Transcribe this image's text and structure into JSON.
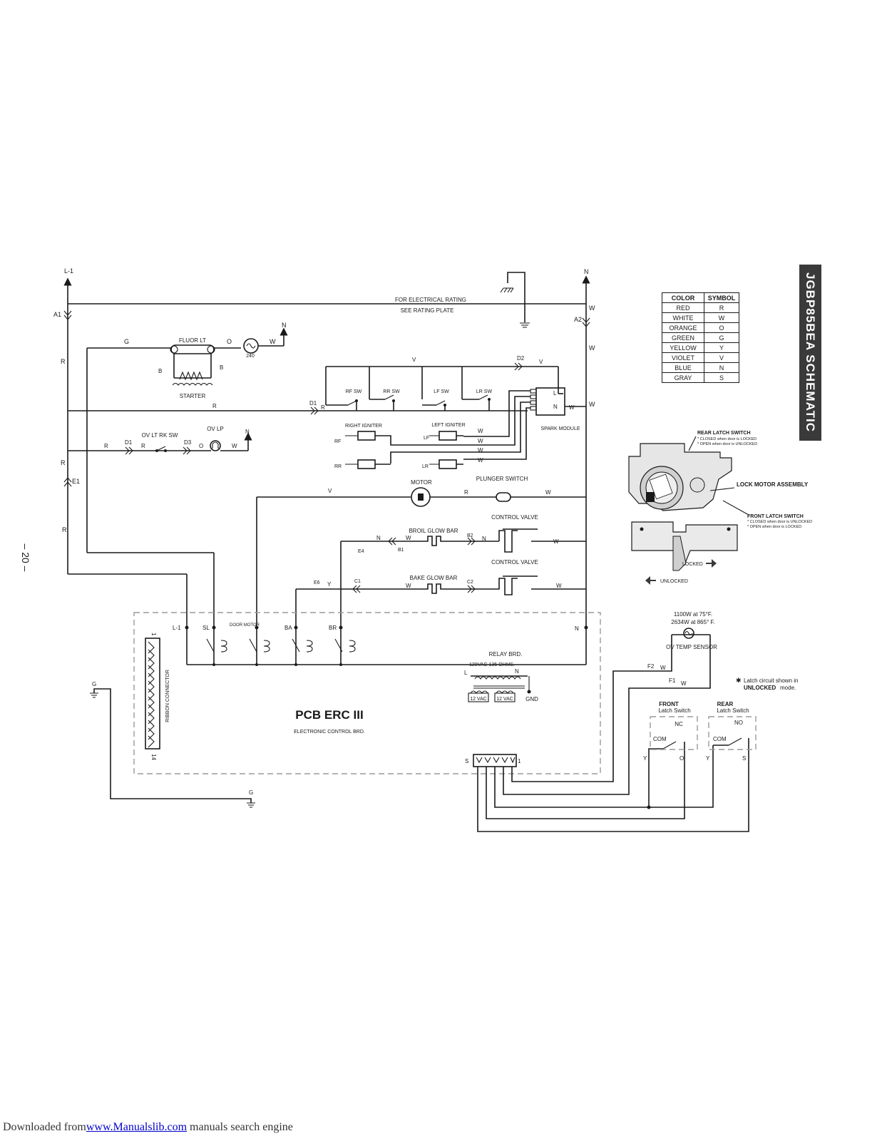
{
  "header": {
    "tab_title": "JGBP85BEA SCHEMATIC",
    "page_number": "– 20 –"
  },
  "legend": {
    "headers": [
      "COLOR",
      "SYMBOL"
    ],
    "rows": [
      [
        "RED",
        "R"
      ],
      [
        "WHITE",
        "W"
      ],
      [
        "ORANGE",
        "O"
      ],
      [
        "GREEN",
        "G"
      ],
      [
        "YELLOW",
        "Y"
      ],
      [
        "VIOLET",
        "V"
      ],
      [
        "BLUE",
        "N"
      ],
      [
        "GRAY",
        "S"
      ]
    ]
  },
  "rails": {
    "l1": "L-1",
    "n": "N",
    "a1": "A1",
    "a2": "A2",
    "e1": "E1"
  },
  "rating": {
    "line1": "FOR ELECTRICAL RATING",
    "line2": "SEE RATING PLATE"
  },
  "fluor": {
    "title": "FLUOR LT",
    "starter": "STARTER",
    "b": "B",
    "g": "G",
    "o": "O",
    "w": "W",
    "n": "N",
    "lamp": "240"
  },
  "switches": {
    "rf": "RF SW",
    "rr": "RR SW",
    "lf": "LF SW",
    "lr": "LR SW",
    "d1": "D1",
    "d2": "D2",
    "v": "V",
    "r": "R"
  },
  "spark": {
    "title": "SPARK MODULE",
    "l": "L",
    "n": "N"
  },
  "igniters": {
    "right": "RIGHT IGNITER",
    "left": "LEFT IGNITER",
    "rf": "RF",
    "rr": "RR",
    "lf": "LF",
    "lr": "LR"
  },
  "ovlt": {
    "switch": "OV LT RK SW",
    "lamp": "OV LP",
    "d1": "D1",
    "d3": "D3"
  },
  "motor": {
    "label": "MOTOR",
    "plunger": "PLUNGER SWITCH"
  },
  "valves": {
    "control": "CONTROL VALVE",
    "broil": "BROIL GLOW BAR",
    "bake": "BAKE GLOW BAR",
    "e4": "E4",
    "b1": "B1",
    "b2": "B2",
    "e6": "E6",
    "c1": "C1",
    "c2": "C2"
  },
  "pcb": {
    "title": "PCB ERC III",
    "subtitle": "ELECTRONIC CONTROL BRD.",
    "relay": "RELAY BRD.",
    "transformer": "120VAC 135 OHMS.",
    "vac1": "12 VAC",
    "vac2": "12 VAC",
    "gnd": "GND",
    "ribbon": "RIBBON CONNECTOR",
    "pin1": "1",
    "pin14": "14",
    "sl": "SL",
    "door": "DOOR MOTOR",
    "ba": "BA",
    "br": "BR",
    "l1": "L-1",
    "n": "N",
    "l": "L",
    "s": "S",
    "one": "1"
  },
  "sensor": {
    "rating1": "1100W at 75°F.",
    "rating2": "2634W at 865° F.",
    "title": "OV TEMP SENSOR",
    "f2": "F2",
    "f1": "F1"
  },
  "latch": {
    "note": "Latch circuit shown in",
    "note_bold": "UNLOCKED",
    "note_tail": "mode.",
    "front": "FRONT",
    "front_sub": "Latch Switch",
    "rear": "REAR",
    "rear_sub": "Latch Switch",
    "nc": "NC",
    "no": "NO",
    "com": "COM",
    "y": "Y",
    "o": "O",
    "s": "S"
  },
  "lock": {
    "rear_title": "REAR LATCH SWITCH",
    "rear_l1": "* CLOSED when door is LOCKED",
    "rear_l2": "* OPEN when door is UNLOCKED",
    "front_title": "FRONT LATCH SWITCH",
    "front_l1": "* CLOSED when door is UNLOCKED",
    "front_l2": "* OPEN when door is LOCKED",
    "assembly": "LOCK MOTOR ASSEMBLY",
    "locked": "LOCKED",
    "unlocked": "UNLOCKED"
  },
  "ground": "G",
  "footer": {
    "prefix": "Downloaded from",
    "link": "www.Manualslib.com",
    "suffix": "manuals search engine"
  }
}
